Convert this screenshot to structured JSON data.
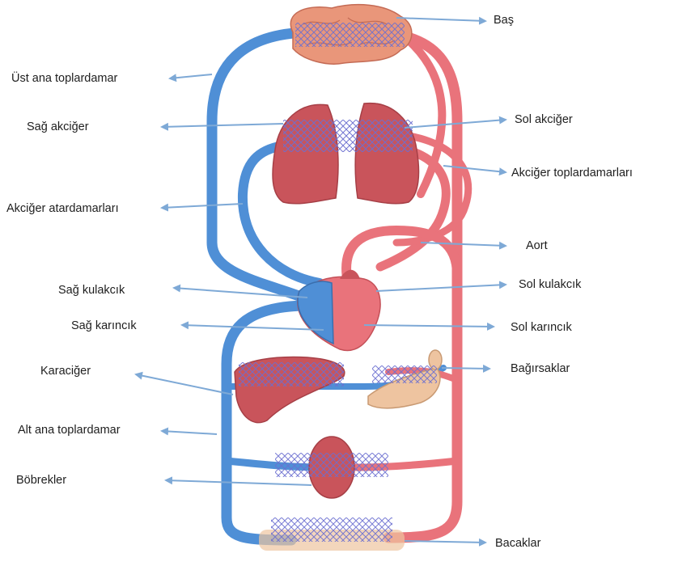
{
  "labels": {
    "head": "Baş",
    "superior_vena_cava": "Üst ana toplardamar",
    "right_lung": "Sağ akciğer",
    "left_lung": "Sol akciğer",
    "pulmonary_veins": "Akciğer toplardamarları",
    "pulmonary_arteries": "Akciğer atardamarları",
    "aorta": "Aort",
    "right_atrium": "Sağ kulakcık",
    "left_atrium": "Sol kulakcık",
    "right_ventricle": "Sağ karıncık",
    "left_ventricle": "Sol karıncık",
    "liver": "Karaciğer",
    "intestines": "Bağırsaklar",
    "inferior_vena_cava": "Alt ana toplardamar",
    "kidneys": "Böbrekler",
    "legs": "Bacaklar"
  },
  "colors": {
    "vein_blue": "#4f8fd6",
    "artery_red": "#e9737b",
    "organ_red": "#c9545b",
    "brain_pink": "#e9967a",
    "arrow_blue": "#7ea9d6"
  }
}
